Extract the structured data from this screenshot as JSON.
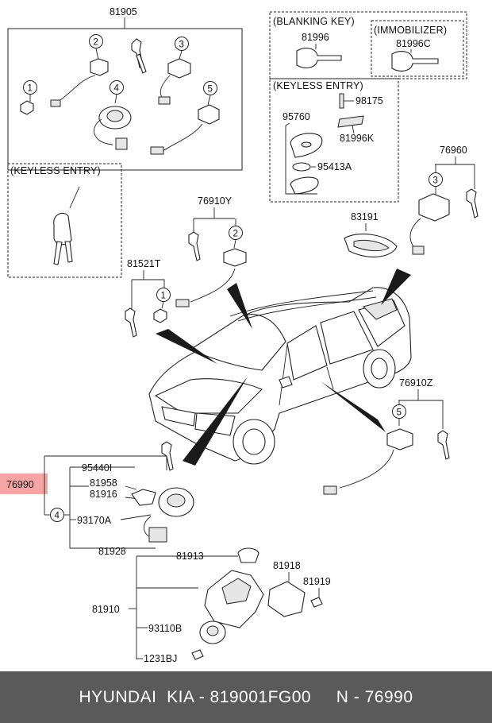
{
  "labels": {
    "l81905": "81905",
    "keyless1": "(KEYLESS ENTRY)",
    "blanking": "(BLANKING KEY)",
    "l81996": "81996",
    "immobilizer": "(IMMOBILIZER)",
    "l81996c": "81996C",
    "keyless2": "(KEYLESS ENTRY)",
    "l98175": "98175",
    "l95760": "95760",
    "l81996k": "81996K",
    "l95413a": "95413A",
    "l76960": "76960",
    "l76910y": "76910Y",
    "l83191": "83191",
    "l81521t": "81521T",
    "l76910z": "76910Z",
    "l76990": "76990",
    "l95440i": "95440I",
    "l81958": "81958",
    "l81916": "81916",
    "l93170a": "93170A",
    "l81928": "81928",
    "l81913": "81913",
    "l81918": "81918",
    "l81919": "81919",
    "l81910": "81910",
    "l93110b": "93110B",
    "l1231bj": "1231BJ"
  },
  "callouts": [
    "1",
    "2",
    "3",
    "4",
    "5"
  ],
  "footer": {
    "text": "HYUNDAI  KIA - 819001FG00     N - 76990"
  },
  "colors": {
    "highlight": "#f6a5a5",
    "footer_bg": "#5a5a5a"
  }
}
